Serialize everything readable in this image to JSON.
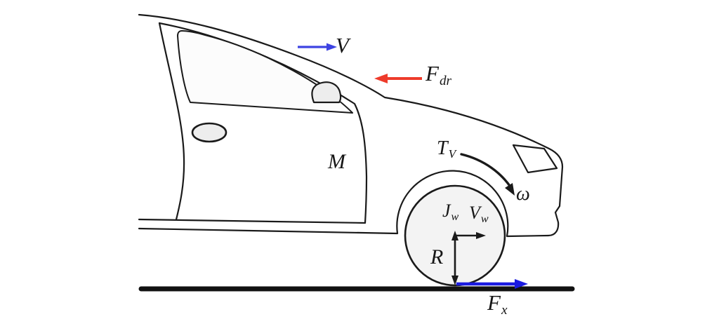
{
  "labels": {
    "velocity": {
      "main": "V",
      "sub": ""
    },
    "drag_force": {
      "main": "F",
      "sub": "dr"
    },
    "wheel_torque": {
      "main": "T",
      "sub": "V"
    },
    "angular_velocity": {
      "main": "ω",
      "sub": ""
    },
    "vehicle_mass": {
      "main": "M",
      "sub": ""
    },
    "wheel_inertia": {
      "main": "J",
      "sub": "w"
    },
    "wheel_velocity": {
      "main": "V",
      "sub": "w"
    },
    "wheel_radius": {
      "main": "R",
      "sub": ""
    },
    "traction_force": {
      "main": "F",
      "sub": "x"
    }
  },
  "colors": {
    "outline": "#1a1a1a",
    "velocity_arrow": "#3d43e2",
    "drag_force_arrow": "#ee3b2b",
    "traction_force_arrow": "#1a1ae0",
    "ground": "#111111",
    "wheel_fill": "#f3f3f3",
    "trim_fill": "#ededed",
    "glass_fill": "#fcfcfc",
    "background": "#ffffff"
  }
}
